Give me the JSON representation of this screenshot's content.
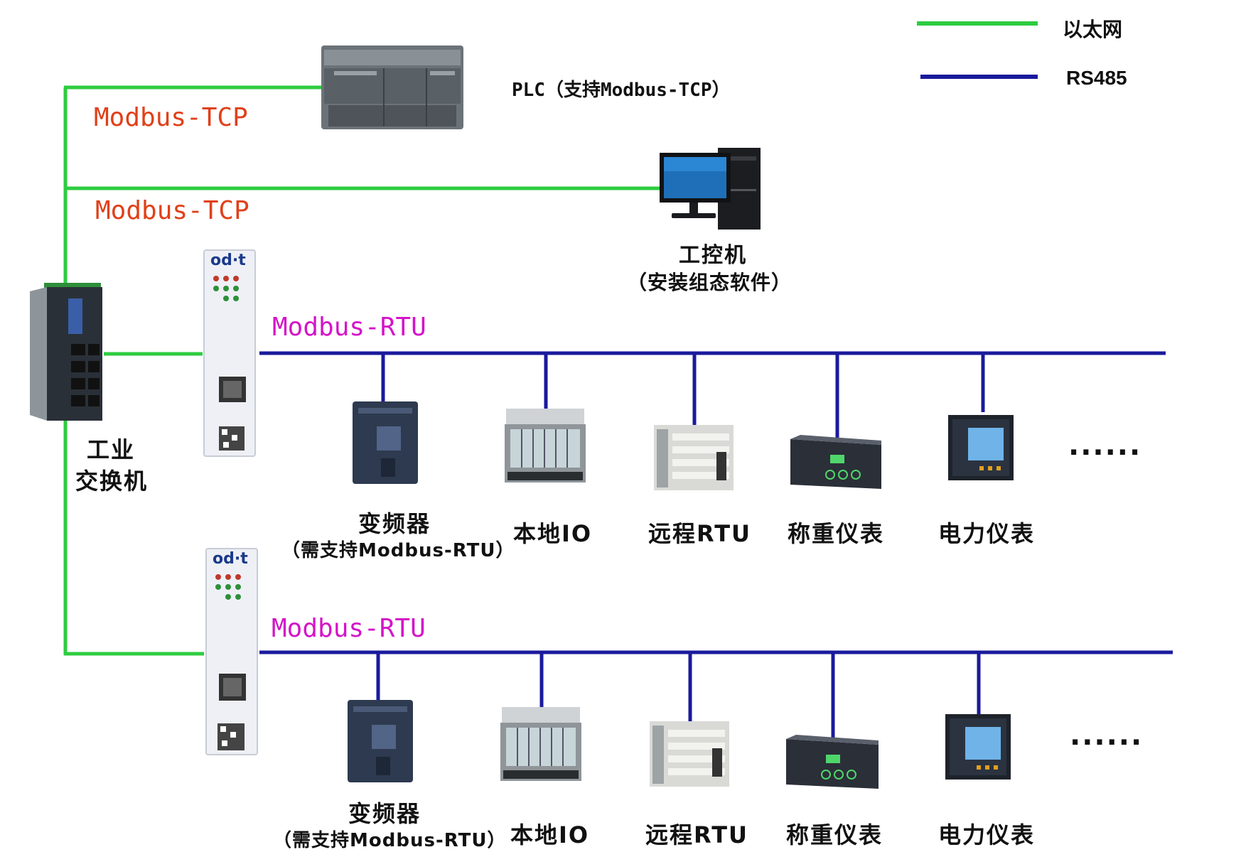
{
  "legend": {
    "ethernet": "以太网",
    "rs485": "RS485",
    "ethernet_color": "#2ecc40",
    "rs485_color": "#1a1a9c"
  },
  "plc": {
    "label": "PLC（支持Modbus-TCP）"
  },
  "ipc": {
    "name": "工控机",
    "note": "（安装组态软件）"
  },
  "switch": {
    "line1": "工业",
    "line2": "交换机"
  },
  "links": {
    "tcp_1": "Modbus-TCP",
    "tcp_2": "Modbus-TCP",
    "rtu_1": "Modbus-RTU",
    "rtu_2": "Modbus-RTU"
  },
  "gateway": {
    "brand": "od·t"
  },
  "bus1": {
    "devices": [
      {
        "name": "变频器",
        "note": "（需支持Modbus-RTU）"
      },
      {
        "name": "本地IO"
      },
      {
        "name": "远程RTU"
      },
      {
        "name": "称重仪表"
      },
      {
        "name": "电力仪表"
      }
    ],
    "more": "......"
  },
  "bus2": {
    "devices": [
      {
        "name": "变频器",
        "note": "（需支持Modbus-RTU）"
      },
      {
        "name": "本地IO"
      },
      {
        "name": "远程RTU"
      },
      {
        "name": "称重仪表"
      },
      {
        "name": "电力仪表"
      }
    ],
    "more": "......"
  }
}
